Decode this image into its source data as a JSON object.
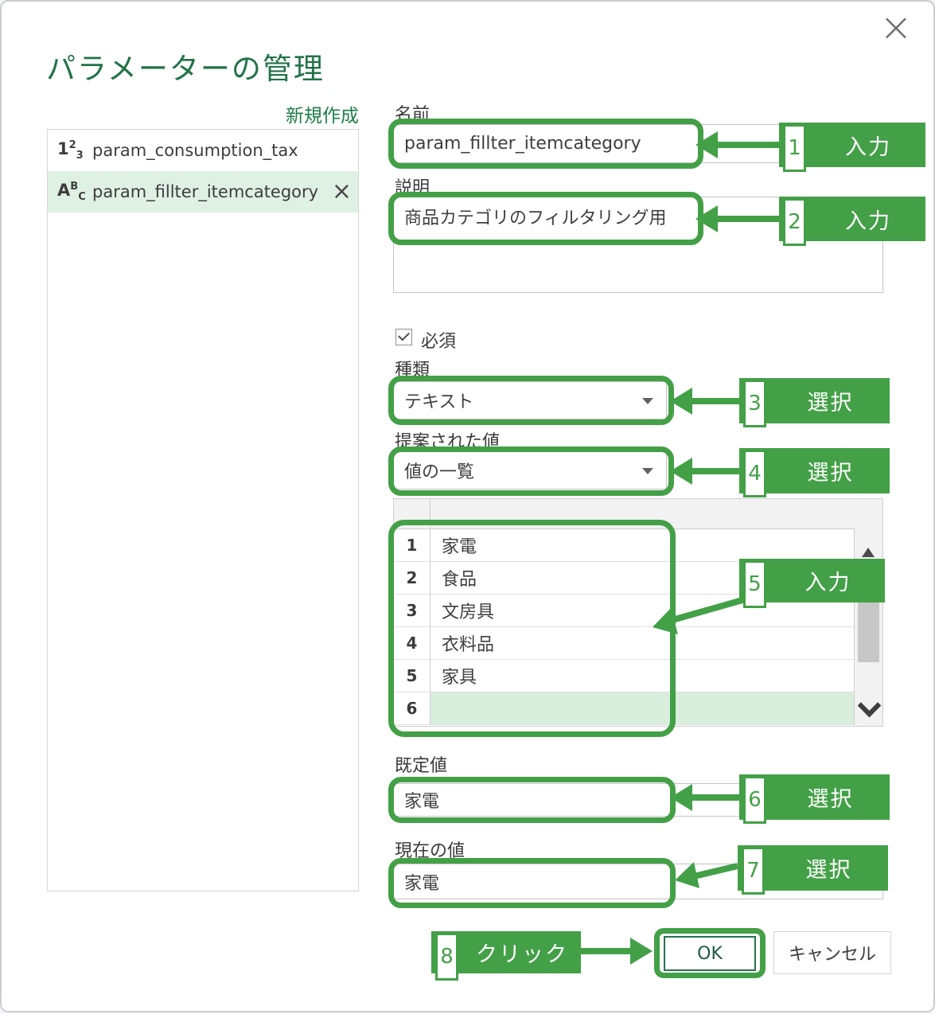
{
  "colors": {
    "annotation_green": "#43A047",
    "title_green": "#217346",
    "link_green": "#1e7e47",
    "selected_item_bg": "#dff0e4",
    "ok_button_border": "#26734c"
  },
  "dialog": {
    "title": "パラメーターの管理",
    "close_icon": "×"
  },
  "sidebar": {
    "new_link": "新規作成",
    "items": [
      {
        "icon_main": "1",
        "icon_sup": "2",
        "icon_sub": "3",
        "name": "param_consumption_tax"
      },
      {
        "icon_main": "A",
        "icon_sup": "B",
        "icon_sub": "C",
        "name": "param_fillter_itemcategory",
        "delete_icon": "×"
      }
    ]
  },
  "form": {
    "name_label": "名前",
    "name_value": "param_fillter_itemcategory",
    "description_label": "説明",
    "description_value": "商品カテゴリのフィルタリング用",
    "required_label": "必須",
    "required_checked": true,
    "type_label": "種類",
    "type_value": "テキスト",
    "suggested_label": "提案された値",
    "suggested_value": "値の一覧",
    "default_label": "既定値",
    "default_value": "家電",
    "current_label": "現在の値",
    "current_value": "家電"
  },
  "grid": {
    "rows": [
      {
        "num": "1",
        "value": "家電"
      },
      {
        "num": "2",
        "value": "食品"
      },
      {
        "num": "3",
        "value": "文房具"
      },
      {
        "num": "4",
        "value": "衣料品"
      },
      {
        "num": "5",
        "value": "家具"
      },
      {
        "num": "6",
        "value": ""
      }
    ]
  },
  "buttons": {
    "ok": "OK",
    "cancel": "キャンセル"
  },
  "annotations": [
    {
      "number": "1",
      "label": "入力"
    },
    {
      "number": "2",
      "label": "入力"
    },
    {
      "number": "3",
      "label": "選択"
    },
    {
      "number": "4",
      "label": "選択"
    },
    {
      "number": "5",
      "label": "入力"
    },
    {
      "number": "6",
      "label": "選択"
    },
    {
      "number": "7",
      "label": "選択"
    },
    {
      "number": "8",
      "label": "クリック"
    }
  ]
}
